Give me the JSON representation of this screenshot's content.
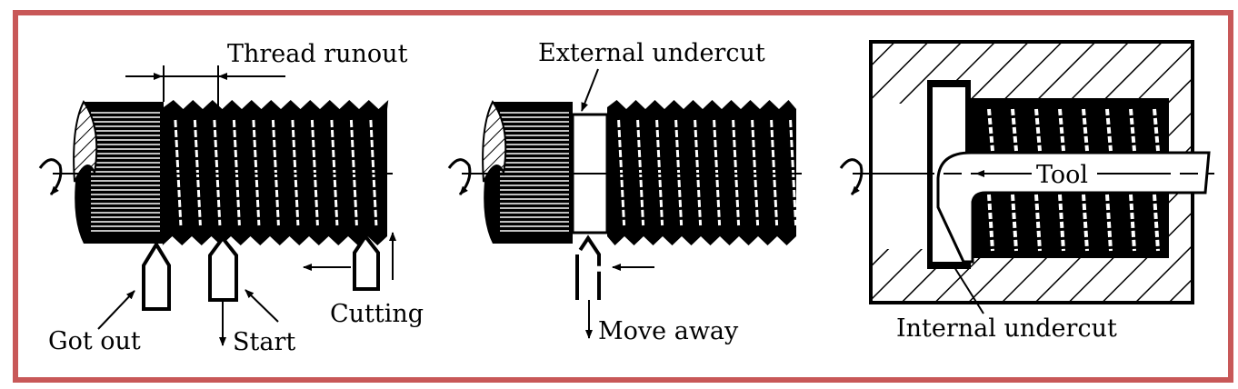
{
  "colors": {
    "frame": "#c85858",
    "ink": "#000000",
    "paper": "#ffffff"
  },
  "panels": [
    {
      "name": "thread-runout",
      "labels": {
        "title": "Thread runout",
        "got_out": "Got out",
        "start": "Start",
        "cutting": "Cutting"
      }
    },
    {
      "name": "external-undercut",
      "labels": {
        "title": "External undercut",
        "move_away": "Move away"
      }
    },
    {
      "name": "internal-undercut",
      "labels": {
        "tool": "Tool",
        "title": "Internal undercut"
      }
    }
  ]
}
